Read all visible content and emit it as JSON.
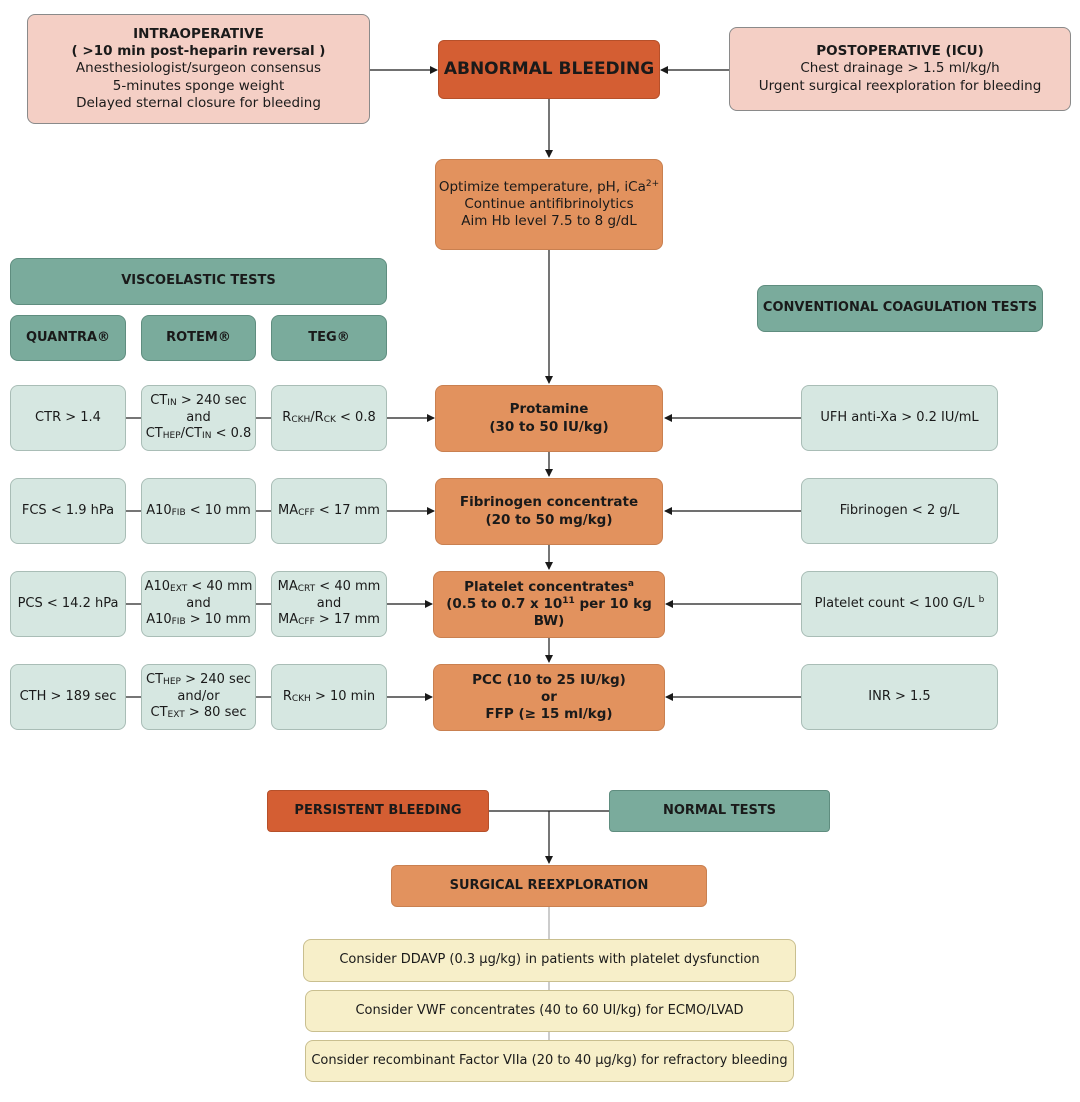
{
  "intraop": {
    "title": "INTRAOPERATIVE",
    "subtitle": "( >10 min post-heparin reversal )",
    "line1": "Anesthesiologist/surgeon consensus",
    "line2": "5-minutes sponge weight",
    "line3": "Delayed sternal closure for bleeding"
  },
  "abnormal": {
    "label": "ABNORMAL BLEEDING"
  },
  "postop": {
    "title": "POSTOPERATIVE (ICU)",
    "line1": "Chest drainage > 1.5 ml/kg/h",
    "line2": "Urgent surgical reexploration for bleeding"
  },
  "optimize": {
    "line1": "Optimize temperature, pH, iCa",
    "line1_sup": "2+",
    "line2": "Continue antifibrinolytics",
    "line3": "Aim Hb level 7.5 to 8 g/dL"
  },
  "viscoelastic": {
    "label": "VISCOELASTIC TESTS"
  },
  "conventional": {
    "label": "CONVENTIONAL COAGULATION TESTS"
  },
  "devices": {
    "quantra": "QUANTRA®",
    "rotem": "ROTEM®",
    "teg": "TEG®"
  },
  "row1": {
    "quantra": "CTR > 1.4",
    "rotem_a_pre": "CT",
    "rotem_a_sub": "IN",
    "rotem_a_post": " > 240 sec",
    "rotem_mid": "and",
    "rotem_b_pre": "CT",
    "rotem_b_sub": "HEP",
    "rotem_b_mid": "/CT",
    "rotem_b_sub2": "IN",
    "rotem_b_post": " < 0.8",
    "teg_pre": "R",
    "teg_sub": "CKH",
    "teg_mid": "/R",
    "teg_sub2": "CK",
    "teg_post": " < 0.8",
    "treat1": "Protamine",
    "treat2": "(30 to 50 IU/kg)",
    "conv": "UFH anti-Xa > 0.2 IU/mL"
  },
  "row2": {
    "quantra": "FCS < 1.9 hPa",
    "rotem_pre": "A10",
    "rotem_sub": "FIB",
    "rotem_post": " < 10 mm",
    "teg_pre": "MA",
    "teg_sub": "CFF",
    "teg_post": " < 17 mm",
    "treat1": "Fibrinogen concentrate",
    "treat2": "(20 to 50 mg/kg)",
    "conv": "Fibrinogen < 2 g/L"
  },
  "row3": {
    "quantra": "PCS < 14.2 hPa",
    "rotem_a_pre": "A10",
    "rotem_a_sub": "EXT",
    "rotem_a_post": " < 40 mm",
    "rotem_mid": "and",
    "rotem_b_pre": "A10",
    "rotem_b_sub": "FIB",
    "rotem_b_post": " > 10 mm",
    "teg_a_pre": "MA",
    "teg_a_sub": "CRT",
    "teg_a_post": " < 40 mm",
    "teg_mid": "and",
    "teg_b_pre": "MA",
    "teg_b_sub": "CFF",
    "teg_b_post": " > 17 mm",
    "treat1": "Platelet concentrates",
    "treat1_sup": "a",
    "treat2_pre": "(0.5 to 0.7 x 10",
    "treat2_sup": "11",
    "treat2_post": " per 10 kg BW)",
    "conv": "Platelet count < 100 G/L ",
    "conv_sup": "b"
  },
  "row4": {
    "quantra": "CTH > 189 sec",
    "rotem_a_pre": "CT",
    "rotem_a_sub": "HEP",
    "rotem_a_post": " > 240 sec",
    "rotem_mid": "and/or",
    "rotem_b_pre": "CT",
    "rotem_b_sub": "EXT",
    "rotem_b_post": " > 80 sec",
    "teg_pre": "R",
    "teg_sub": "CKH",
    "teg_post": " > 10 min",
    "treat1": "PCC (10 to 25 IU/kg)",
    "treat2": "or",
    "treat3": "FFP (≥ 15 ml/kg)",
    "conv": "INR > 1.5"
  },
  "persistent": {
    "label": "PERSISTENT BLEEDING"
  },
  "normal": {
    "label": "NORMAL TESTS"
  },
  "surgical": {
    "label": "SURGICAL REEXPLORATION"
  },
  "consider": {
    "ddavp": "Consider DDAVP (0.3 µg/kg) in patients with platelet dysfunction",
    "vwf": "Consider VWF concentrates (40 to 60 UI/kg) for ECMO/LVAD",
    "f7": "Consider recombinant Factor VIIa (20 to 40 µg/kg) for refractory bleeding"
  },
  "colors": {
    "pink": "#f4cfc5",
    "dark_orange": "#d45e33",
    "orange": "#e2925e",
    "teal": "#7aab9c",
    "mint": "#d6e7e1",
    "cream": "#f7efc9",
    "line": "#1a1a1a"
  }
}
